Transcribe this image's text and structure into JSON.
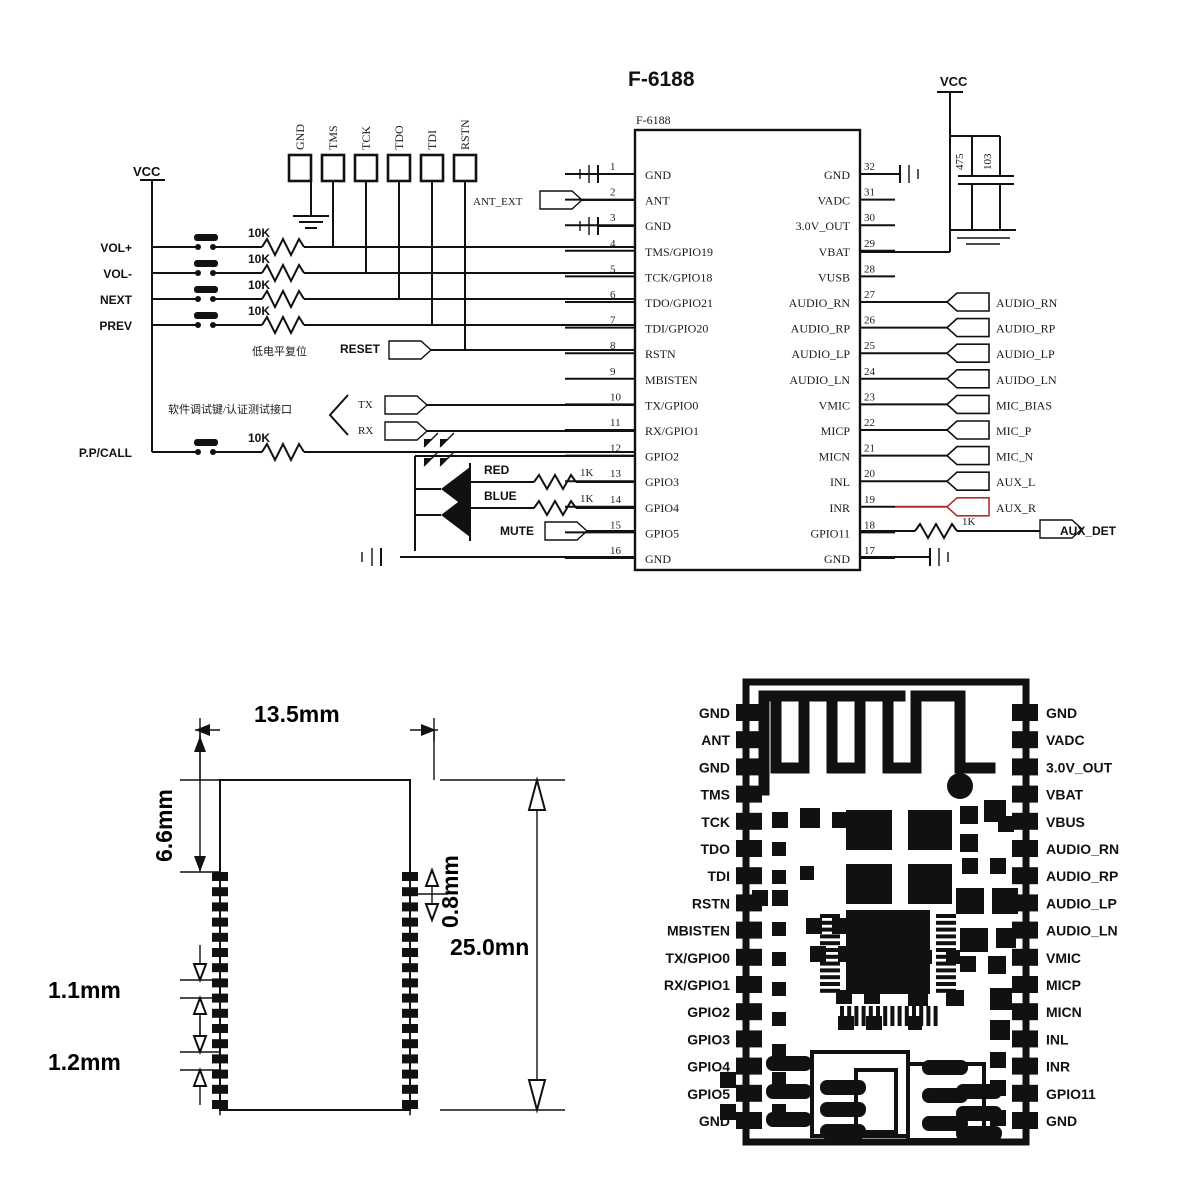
{
  "page": {
    "title": "F-6188",
    "ic_ref": "F-6188"
  },
  "schematic": {
    "title": "F-6188",
    "ic_label": "F-6188",
    "vcc_left": "VCC",
    "vcc_right": "VCC",
    "ant_ext": "ANT_EXT",
    "reset_label": "RESET",
    "mute_label": "MUTE",
    "tx_label": "TX",
    "rx_label": "RX",
    "led_red": "RED",
    "led_blue": "BLUE",
    "note_reset_cn": "低电平复位",
    "note_debug_cn": "软件调试键/认证测试接口",
    "aux_det": "AUX_DET",
    "aux_det_resistor": "1K",
    "caps": [
      {
        "label": "475"
      },
      {
        "label": "103"
      }
    ],
    "jtag_header": [
      {
        "label": "GND"
      },
      {
        "label": "TMS"
      },
      {
        "label": "TCK"
      },
      {
        "label": "TDO"
      },
      {
        "label": "TDI"
      },
      {
        "label": "RSTN"
      }
    ],
    "buttons": [
      {
        "label": "VOL+",
        "resistor": "10K"
      },
      {
        "label": "VOL-",
        "resistor": "10K"
      },
      {
        "label": "NEXT",
        "resistor": "10K"
      },
      {
        "label": "PREV",
        "resistor": "10K"
      },
      {
        "label": "P.P/CALL",
        "resistor": "10K"
      }
    ],
    "led_resistors": [
      {
        "label": "1K"
      },
      {
        "label": "1K"
      }
    ],
    "pins_left": [
      {
        "num": "1",
        "name": "GND"
      },
      {
        "num": "2",
        "name": "ANT"
      },
      {
        "num": "3",
        "name": "GND"
      },
      {
        "num": "4",
        "name": "TMS/GPIO19"
      },
      {
        "num": "5",
        "name": "TCK/GPIO18"
      },
      {
        "num": "6",
        "name": "TDO/GPIO21"
      },
      {
        "num": "7",
        "name": "TDI/GPIO20"
      },
      {
        "num": "8",
        "name": "RSTN"
      },
      {
        "num": "9",
        "name": "MBISTEN"
      },
      {
        "num": "10",
        "name": "TX/GPIO0"
      },
      {
        "num": "11",
        "name": "RX/GPIO1"
      },
      {
        "num": "12",
        "name": "GPIO2"
      },
      {
        "num": "13",
        "name": "GPIO3"
      },
      {
        "num": "14",
        "name": "GPIO4"
      },
      {
        "num": "15",
        "name": "GPIO5"
      },
      {
        "num": "16",
        "name": "GND"
      }
    ],
    "pins_right": [
      {
        "num": "32",
        "name": "GND"
      },
      {
        "num": "31",
        "name": "VADC"
      },
      {
        "num": "30",
        "name": "3.0V_OUT"
      },
      {
        "num": "29",
        "name": "VBAT"
      },
      {
        "num": "28",
        "name": "VUSB"
      },
      {
        "num": "27",
        "name": "AUDIO_RN"
      },
      {
        "num": "26",
        "name": "AUDIO_RP"
      },
      {
        "num": "25",
        "name": "AUDIO_LP"
      },
      {
        "num": "24",
        "name": "AUDIO_LN"
      },
      {
        "num": "23",
        "name": "VMIC"
      },
      {
        "num": "22",
        "name": "MICP"
      },
      {
        "num": "21",
        "name": "MICN"
      },
      {
        "num": "20",
        "name": "INL"
      },
      {
        "num": "19",
        "name": "INR"
      },
      {
        "num": "18",
        "name": "GPIO11"
      },
      {
        "num": "17",
        "name": "GND"
      }
    ],
    "connectors_right": [
      {
        "label": "AUDIO_RN"
      },
      {
        "label": "AUDIO_RP"
      },
      {
        "label": "AUDIO_LP"
      },
      {
        "label": "AUIDO_LN"
      },
      {
        "label": "MIC_BIAS"
      },
      {
        "label": "MIC_P"
      },
      {
        "label": "MIC_N"
      },
      {
        "label": "AUX_L"
      },
      {
        "label": "AUX_R"
      }
    ]
  },
  "dimensions": {
    "width": "13.5mm",
    "height": "25.0mn",
    "top_margin": "6.6mm",
    "pad_pitch": "0.8mm",
    "gap_a": "1.1mm",
    "gap_b": "1.2mm",
    "pad_count_per_side": 16
  },
  "module": {
    "pins_left": [
      "GND",
      "ANT",
      "GND",
      "TMS",
      "TCK",
      "TDO",
      "TDI",
      "RSTN",
      "MBISTEN",
      "TX/GPIO0",
      "RX/GPIO1",
      "GPIO2",
      "GPIO3",
      "GPIO4",
      "GPIO5",
      "GND"
    ],
    "pins_right": [
      "GND",
      "VADC",
      "3.0V_OUT",
      "VBAT",
      "VBUS",
      "AUDIO_RN",
      "AUDIO_RP",
      "AUDIO_LP",
      "AUDIO_LN",
      "VMIC",
      "MICP",
      "MICN",
      "INL",
      "INR",
      "GPIO11",
      "GND"
    ]
  },
  "colors": {
    "ink": "#111111",
    "accent_red": "#b03030",
    "background": "#ffffff"
  }
}
